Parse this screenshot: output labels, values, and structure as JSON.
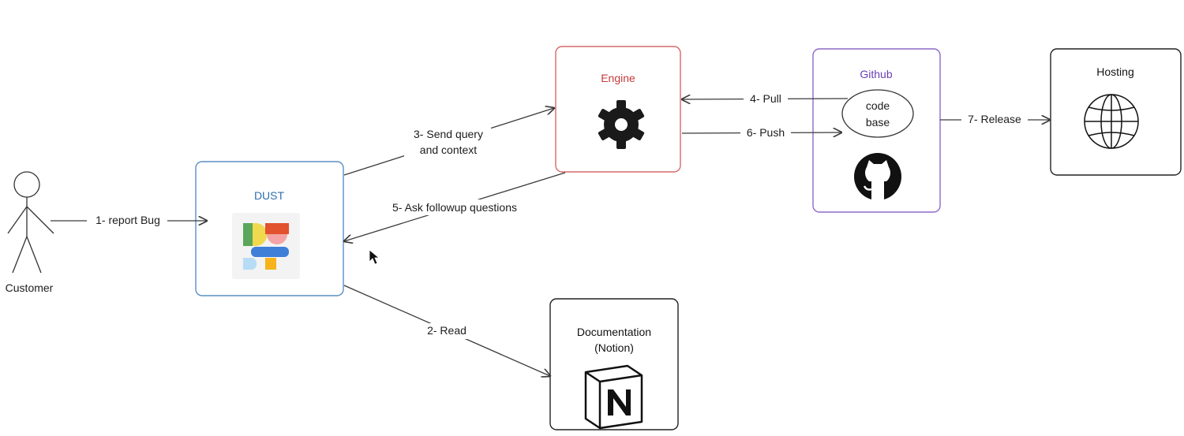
{
  "actor": {
    "label": "Customer"
  },
  "nodes": {
    "dust": {
      "title": "DUST",
      "color": "#2f6fb0",
      "border": "#5b8fc4",
      "icon": "dust-logo"
    },
    "engine": {
      "title": "Engine",
      "color": "#c43b3b",
      "border": "#d66a6a",
      "icon": "gear-icon"
    },
    "github": {
      "title": "Github",
      "color": "#6a3fb5",
      "border": "#8d6ac9",
      "icon": "github-icon",
      "inner_label_1": "code",
      "inner_label_2": "base"
    },
    "hosting": {
      "title": "Hosting",
      "color": "#111111",
      "border": "#222222",
      "icon": "globe-icon"
    },
    "docs": {
      "title_line1": "Documentation",
      "title_line2": "(Notion)",
      "color": "#111111",
      "border": "#222222",
      "icon": "notion-icon"
    }
  },
  "edges": {
    "report": "1- report Bug",
    "read": "2- Read",
    "send_line1": "3- Send query",
    "send_line2": "and context",
    "pull": "4- Pull",
    "ask": "5- Ask followup questions",
    "push": "6- Push",
    "release": "7- Release"
  }
}
